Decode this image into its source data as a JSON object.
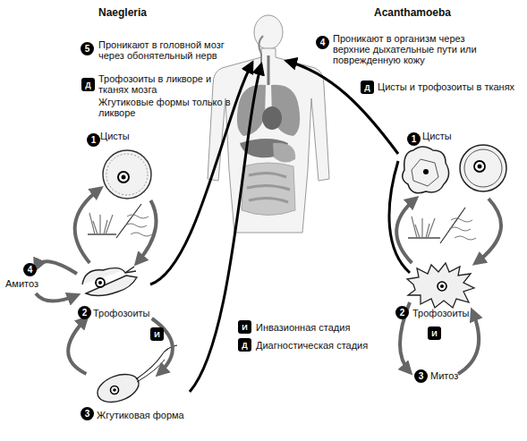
{
  "diagram": {
    "nodes": [
      {
        "text": [
          "Цисты"
        ]
      },
      {
        "text": [
          "Трофозоиты"
        ]
      },
      {
        "text": [
          "Жгутиковая форма"
        ]
      },
      {
        "text": [
          "Цисты"
        ]
      },
      {
        "text": [
          "Трофозоиты"
        ]
      }
    ],
    "edges": [
      {
        "from": 0,
        "to": 1,
        "arrow": "to"
      },
      {
        "from": 1,
        "to": 0,
        "arrow": "to"
      },
      {
        "from": 1,
        "to": 2,
        "arrow": "to"
      },
      {
        "from": 2,
        "to": 1,
        "arrow": "to"
      },
      {
        "from": 3,
        "to": 4,
        "arrow": "to"
      },
      {
        "from": 4,
        "to": 3,
        "arrow": "to"
      }
    ],
    "labels": [
      "Naegleria",
      "Acanthamoeba",
      "5",
      "Проникают в головной мозг через обонятельный нерв",
      "Д",
      "Трофозоиты в ликворе и тканях мозга",
      "Жгутиковые формы только в ликворе",
      "4",
      "Проникают в организм через верхние дыхательные пути или поврежденную кожу",
      "Д",
      "Цисты и трофозоиты в тканях",
      "1",
      "4",
      "Амитоз",
      "2",
      "И",
      "3",
      "И",
      "Инвазионная стадия",
      "Д",
      "Диагностическая стадия",
      "1",
      "2",
      "И",
      "3",
      "Митоз"
    ]
  }
}
